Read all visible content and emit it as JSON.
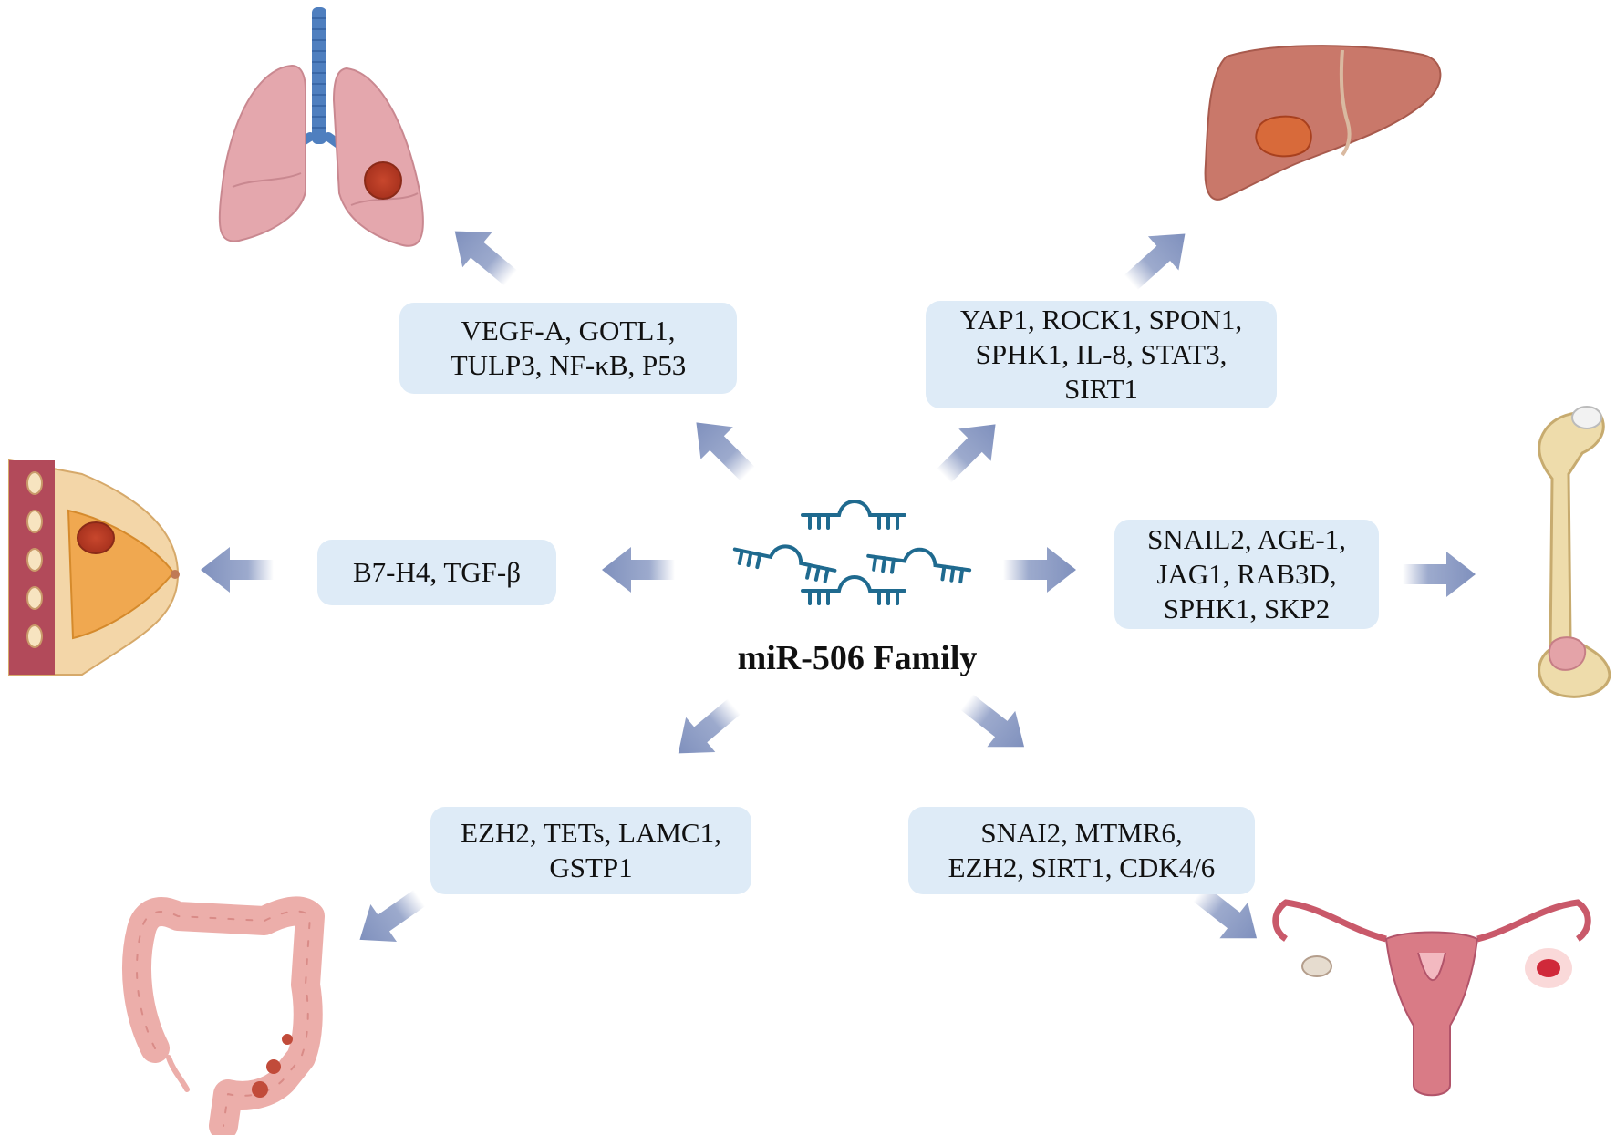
{
  "center": {
    "title": "miR-506 Family",
    "icon": "mirna-hairpin-icon"
  },
  "targets": {
    "lung": [
      "VEGF-A, GOTL1,",
      "TULP3, NF-κB, P53"
    ],
    "liver": [
      "YAP1, ROCK1, SPON1,",
      "SPHK1, IL-8, STAT3,",
      "SIRT1"
    ],
    "breast": [
      "B7-H4, TGF-β"
    ],
    "bone": [
      "SNAIL2, AGE-1,",
      "JAG1, RAB3D,",
      "SPHK1, SKP2"
    ],
    "colon": [
      "EZH2, TETs, LAMC1,",
      "GSTP1"
    ],
    "uterus": [
      "SNAI2, MTMR6,",
      "EZH2, SIRT1, CDK4/6"
    ]
  },
  "organs": [
    "lung-icon",
    "liver-icon",
    "breast-icon",
    "bone-icon",
    "colon-icon",
    "uterus-ovary-icon"
  ],
  "colors": {
    "box_fill": "#deebf7",
    "arrow": "#8b9bc4",
    "mirna": "#1f6a8f",
    "text": "#111111"
  }
}
